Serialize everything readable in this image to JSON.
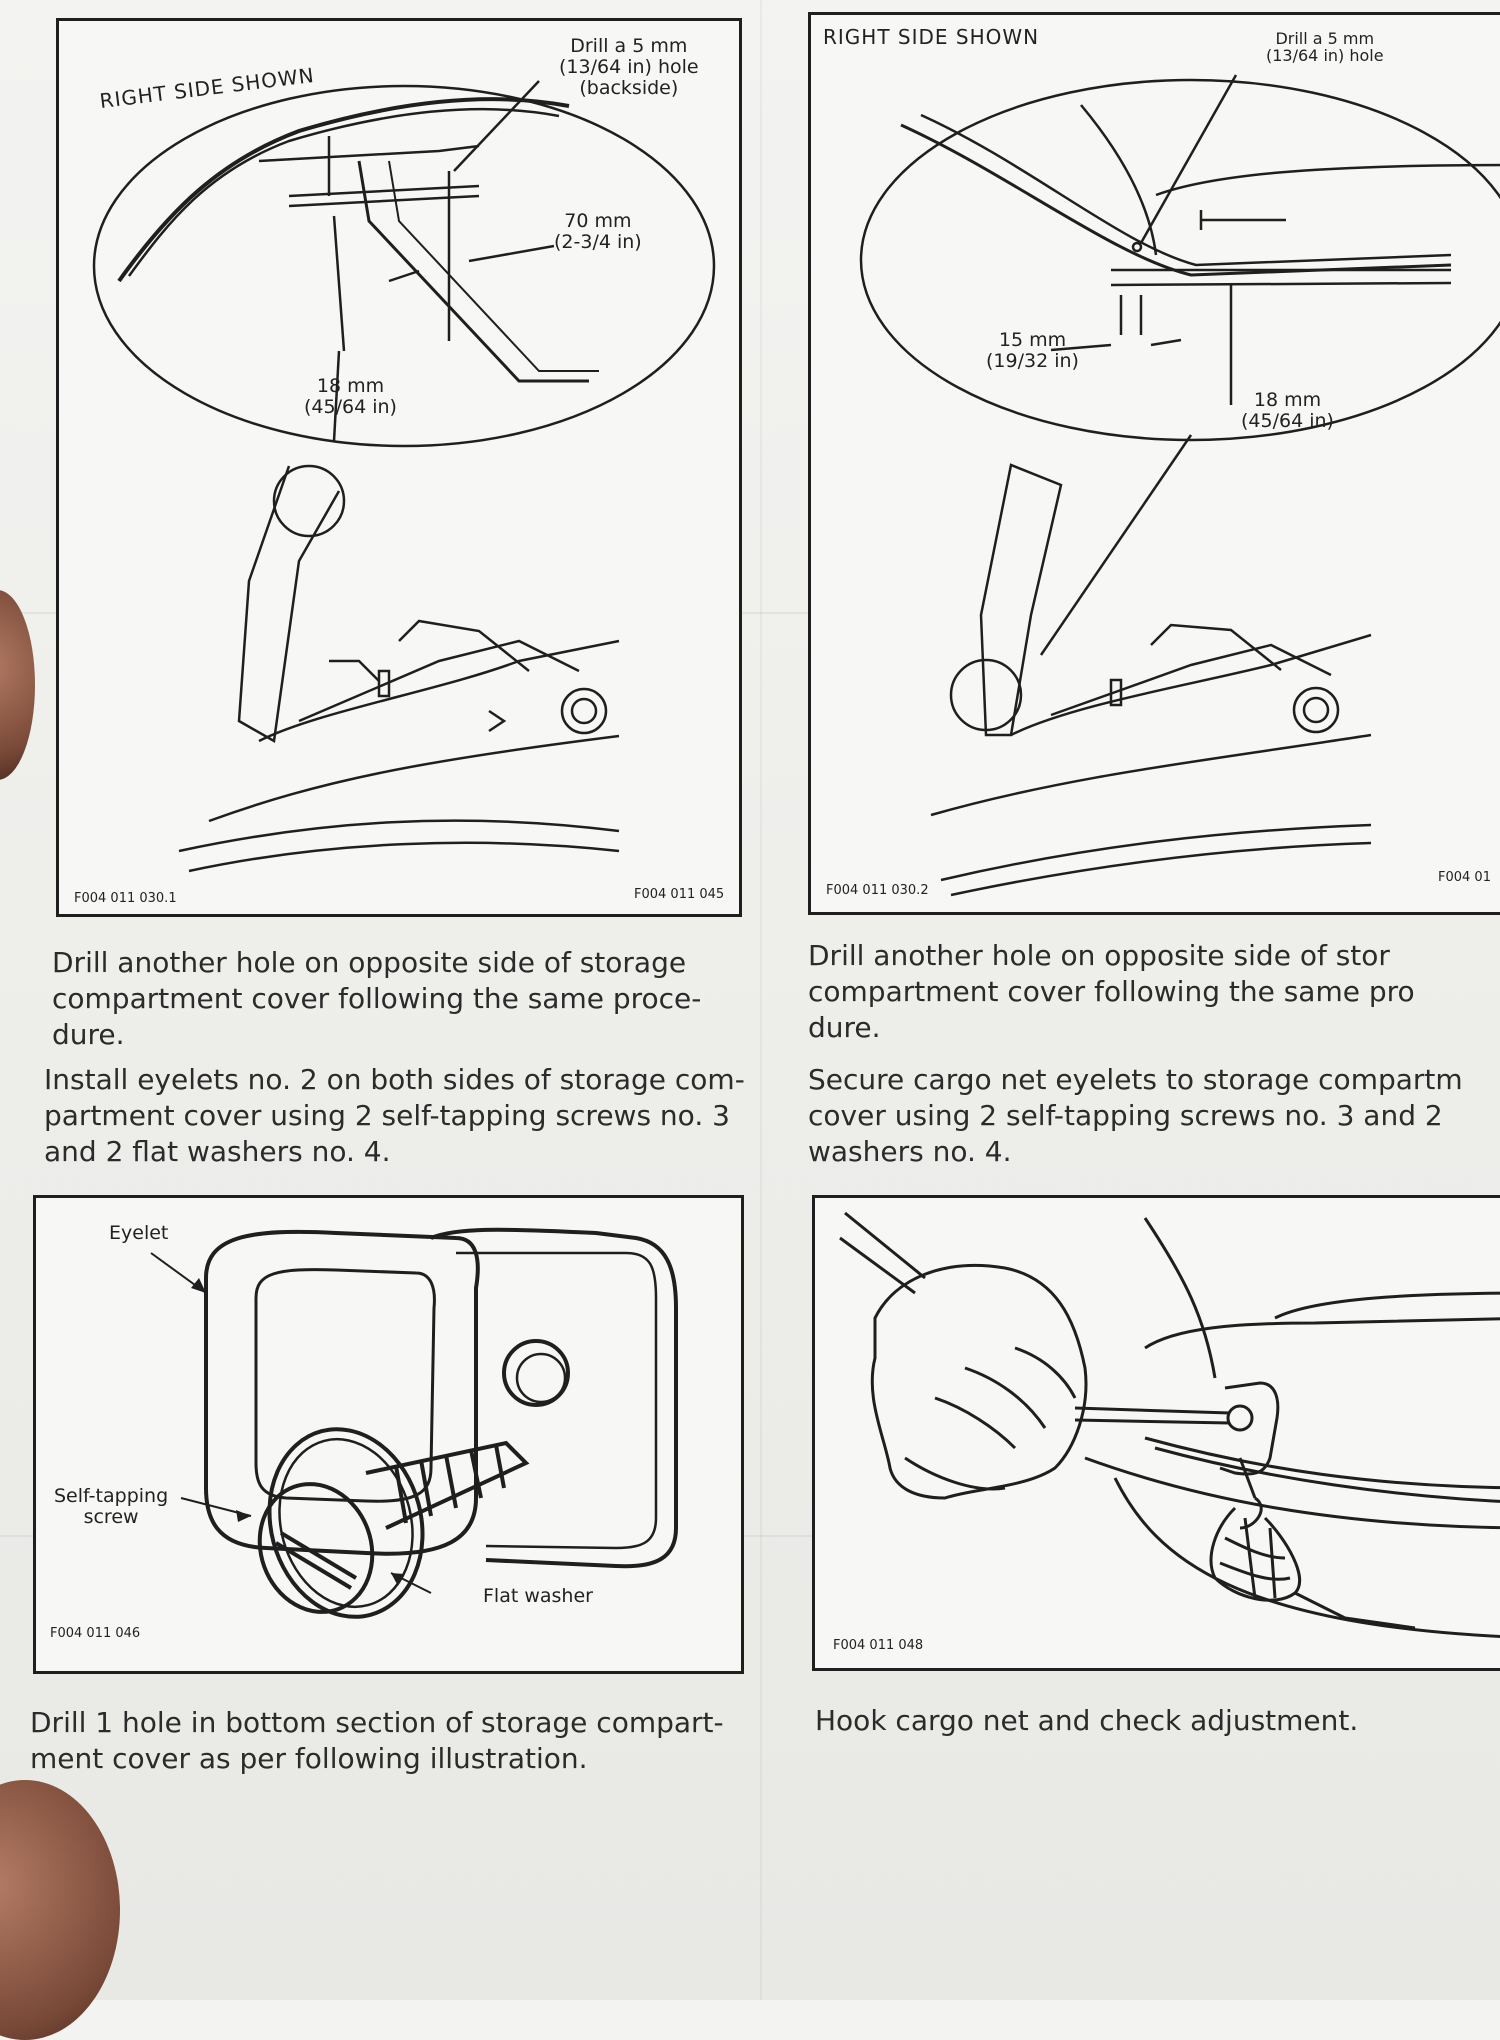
{
  "panels": {
    "top_left": {
      "header": "RIGHT SIDE SHOWN",
      "callout_drill": [
        "Drill a 5 mm",
        "(13/64 in) hole",
        "(backside)"
      ],
      "callout_70": [
        "70 mm",
        "(2-3/4 in)"
      ],
      "callout_18": [
        "18 mm",
        "(45/64 in)"
      ],
      "code_left": "F004 011 030.1",
      "code_right": "F004 011 045"
    },
    "top_right": {
      "header": "RIGHT SIDE SHOWN",
      "callout_drill": [
        "Drill a 5 mm",
        "(13/64 in) hole"
      ],
      "callout_15": [
        "15 mm",
        "(19/32 in)"
      ],
      "callout_18": [
        "18 mm",
        "(45/64 in)"
      ],
      "code_left": "F004 011 030.2",
      "code_right": "F004 01"
    },
    "bottom_left": {
      "label_eyelet": "Eyelet",
      "label_screw": [
        "Self-tapping",
        "screw"
      ],
      "label_washer": "Flat washer",
      "code": "F004 011 046"
    },
    "bottom_right": {
      "code": "F004 011 048"
    }
  },
  "text": {
    "left_para1": [
      "Drill another hole on opposite side of storage",
      "compartment cover following the same proce-",
      "dure."
    ],
    "left_para2": [
      "Install eyelets no. 2 on both sides of storage com-",
      "partment cover using 2 self-tapping screws no. 3",
      "and 2 flat washers no. 4."
    ],
    "right_para1": [
      "Drill another hole on opposite side of stor",
      "compartment cover following the same pro",
      "dure."
    ],
    "right_para2": [
      "Secure cargo net eyelets to storage compartm",
      "cover using 2 self-tapping screws no. 3 and 2",
      "washers no. 4."
    ],
    "left_bottom": [
      "Drill 1 hole in bottom section of storage compart-",
      "ment cover as per following illustration."
    ],
    "right_bottom": "Hook cargo net and check adjustment."
  },
  "colors": {
    "ink": "#1f1f1f",
    "paper": "#f3f3f1",
    "skin": "#8a5540"
  }
}
